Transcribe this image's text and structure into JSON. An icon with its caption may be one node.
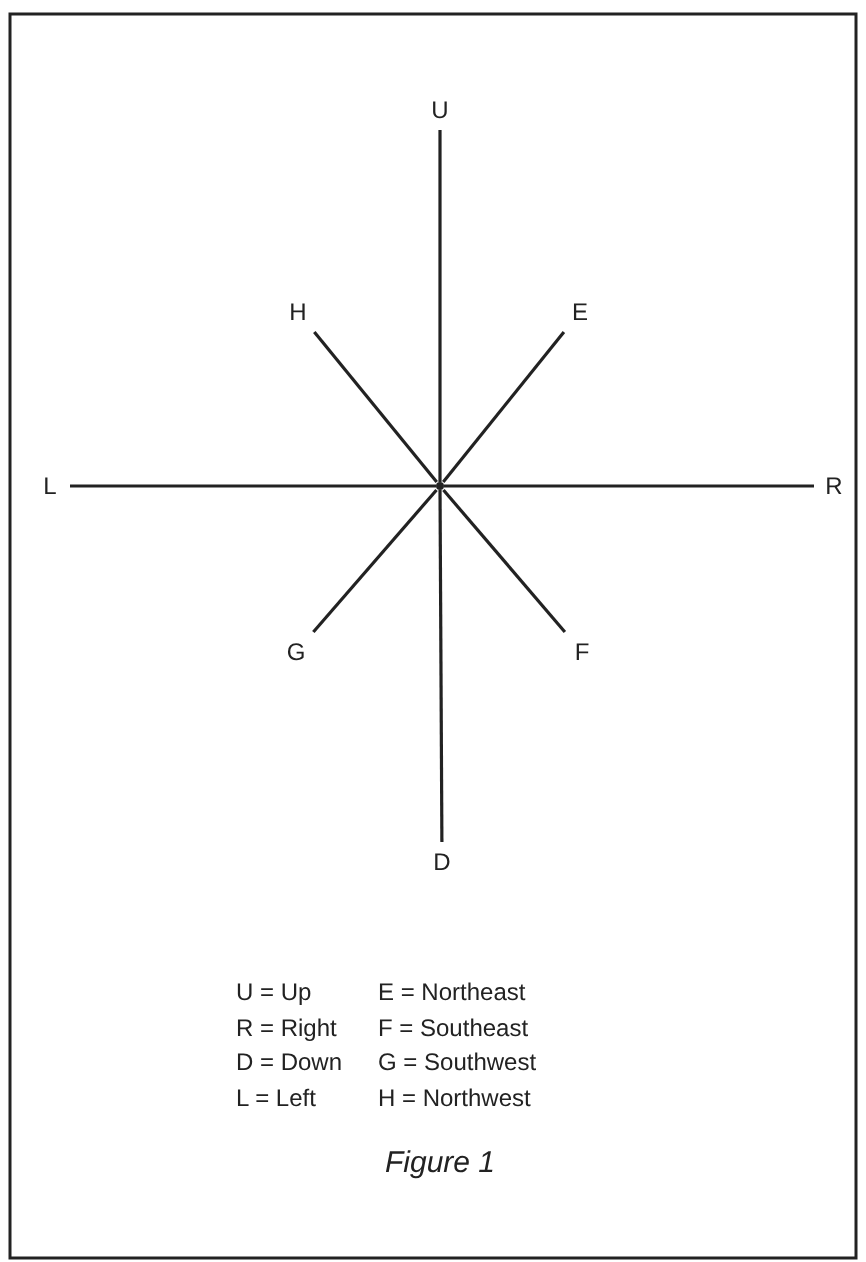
{
  "diagram": {
    "caption": "Figure 1",
    "nodes": [
      {
        "text": [
          "U"
        ]
      },
      {
        "text": [
          "H"
        ]
      },
      {
        "text": [
          "E"
        ]
      },
      {
        "text": [
          "L"
        ]
      },
      {
        "text": [],
        "shape": "point"
      },
      {
        "text": [
          "R"
        ]
      },
      {
        "text": [
          "G"
        ]
      },
      {
        "text": [
          "F"
        ]
      },
      {
        "text": [
          "D"
        ]
      }
    ],
    "edges": [
      {
        "from": 4,
        "to": 0,
        "arrow": "none"
      },
      {
        "from": 4,
        "to": 1,
        "arrow": "none"
      },
      {
        "from": 4,
        "to": 2,
        "arrow": "none"
      },
      {
        "from": 4,
        "to": 3,
        "arrow": "none"
      },
      {
        "from": 4,
        "to": 5,
        "arrow": "none"
      },
      {
        "from": 4,
        "to": 6,
        "arrow": "none"
      },
      {
        "from": 4,
        "to": 7,
        "arrow": "none"
      },
      {
        "from": 4,
        "to": 8,
        "arrow": "none"
      }
    ],
    "labels": [
      "U = Up",
      "E = Northeast",
      "R = Right",
      "F = Southeast",
      "D = Down",
      "G = Southwest",
      "L = Left",
      "H = Northwest"
    ]
  }
}
